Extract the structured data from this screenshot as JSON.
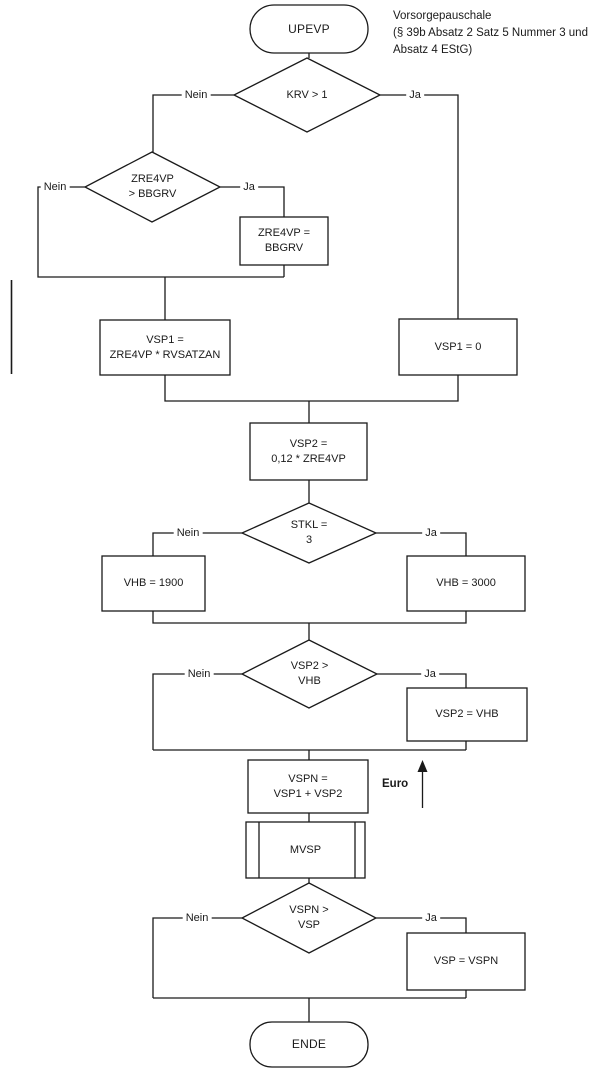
{
  "annotation": "Vorsorgepauschale\n(§ 39b Absatz 2 Satz 5 Nummer 3 und\nAbsatz 4 EStG)",
  "labels": {
    "yes": "Ja",
    "no": "Nein",
    "euro": "Euro"
  },
  "nodes": {
    "start": "UPEVP",
    "krv_decision": "KRV > 1",
    "zre4vp_decision": "ZRE4VP\n> BBGRV",
    "zre4vp_assign": "ZRE4VP =\nBBGRV",
    "vsp1_calc": "VSP1 =\nZRE4VP * RVSATZAN",
    "vsp1_zero": "VSP1 = 0",
    "vsp2_calc": "VSP2 =\n0,12 * ZRE4VP",
    "stkl_decision": "STKL =\n3",
    "vhb_1900": "VHB = 1900",
    "vhb_3000": "VHB = 3000",
    "vsp2_vhb_decision": "VSP2 >\nVHB",
    "vsp2_assign": "VSP2 = VHB",
    "vspn_calc": "VSPN =\nVSP1 + VSP2",
    "mvsp": "MVSP",
    "vspn_vsp_decision": "VSPN >\nVSP",
    "vsp_assign": "VSP = VSPN",
    "end": "ENDE"
  },
  "colors": {
    "line": "#1a1a1a",
    "text": "#1a1a1a",
    "background": "#ffffff"
  }
}
